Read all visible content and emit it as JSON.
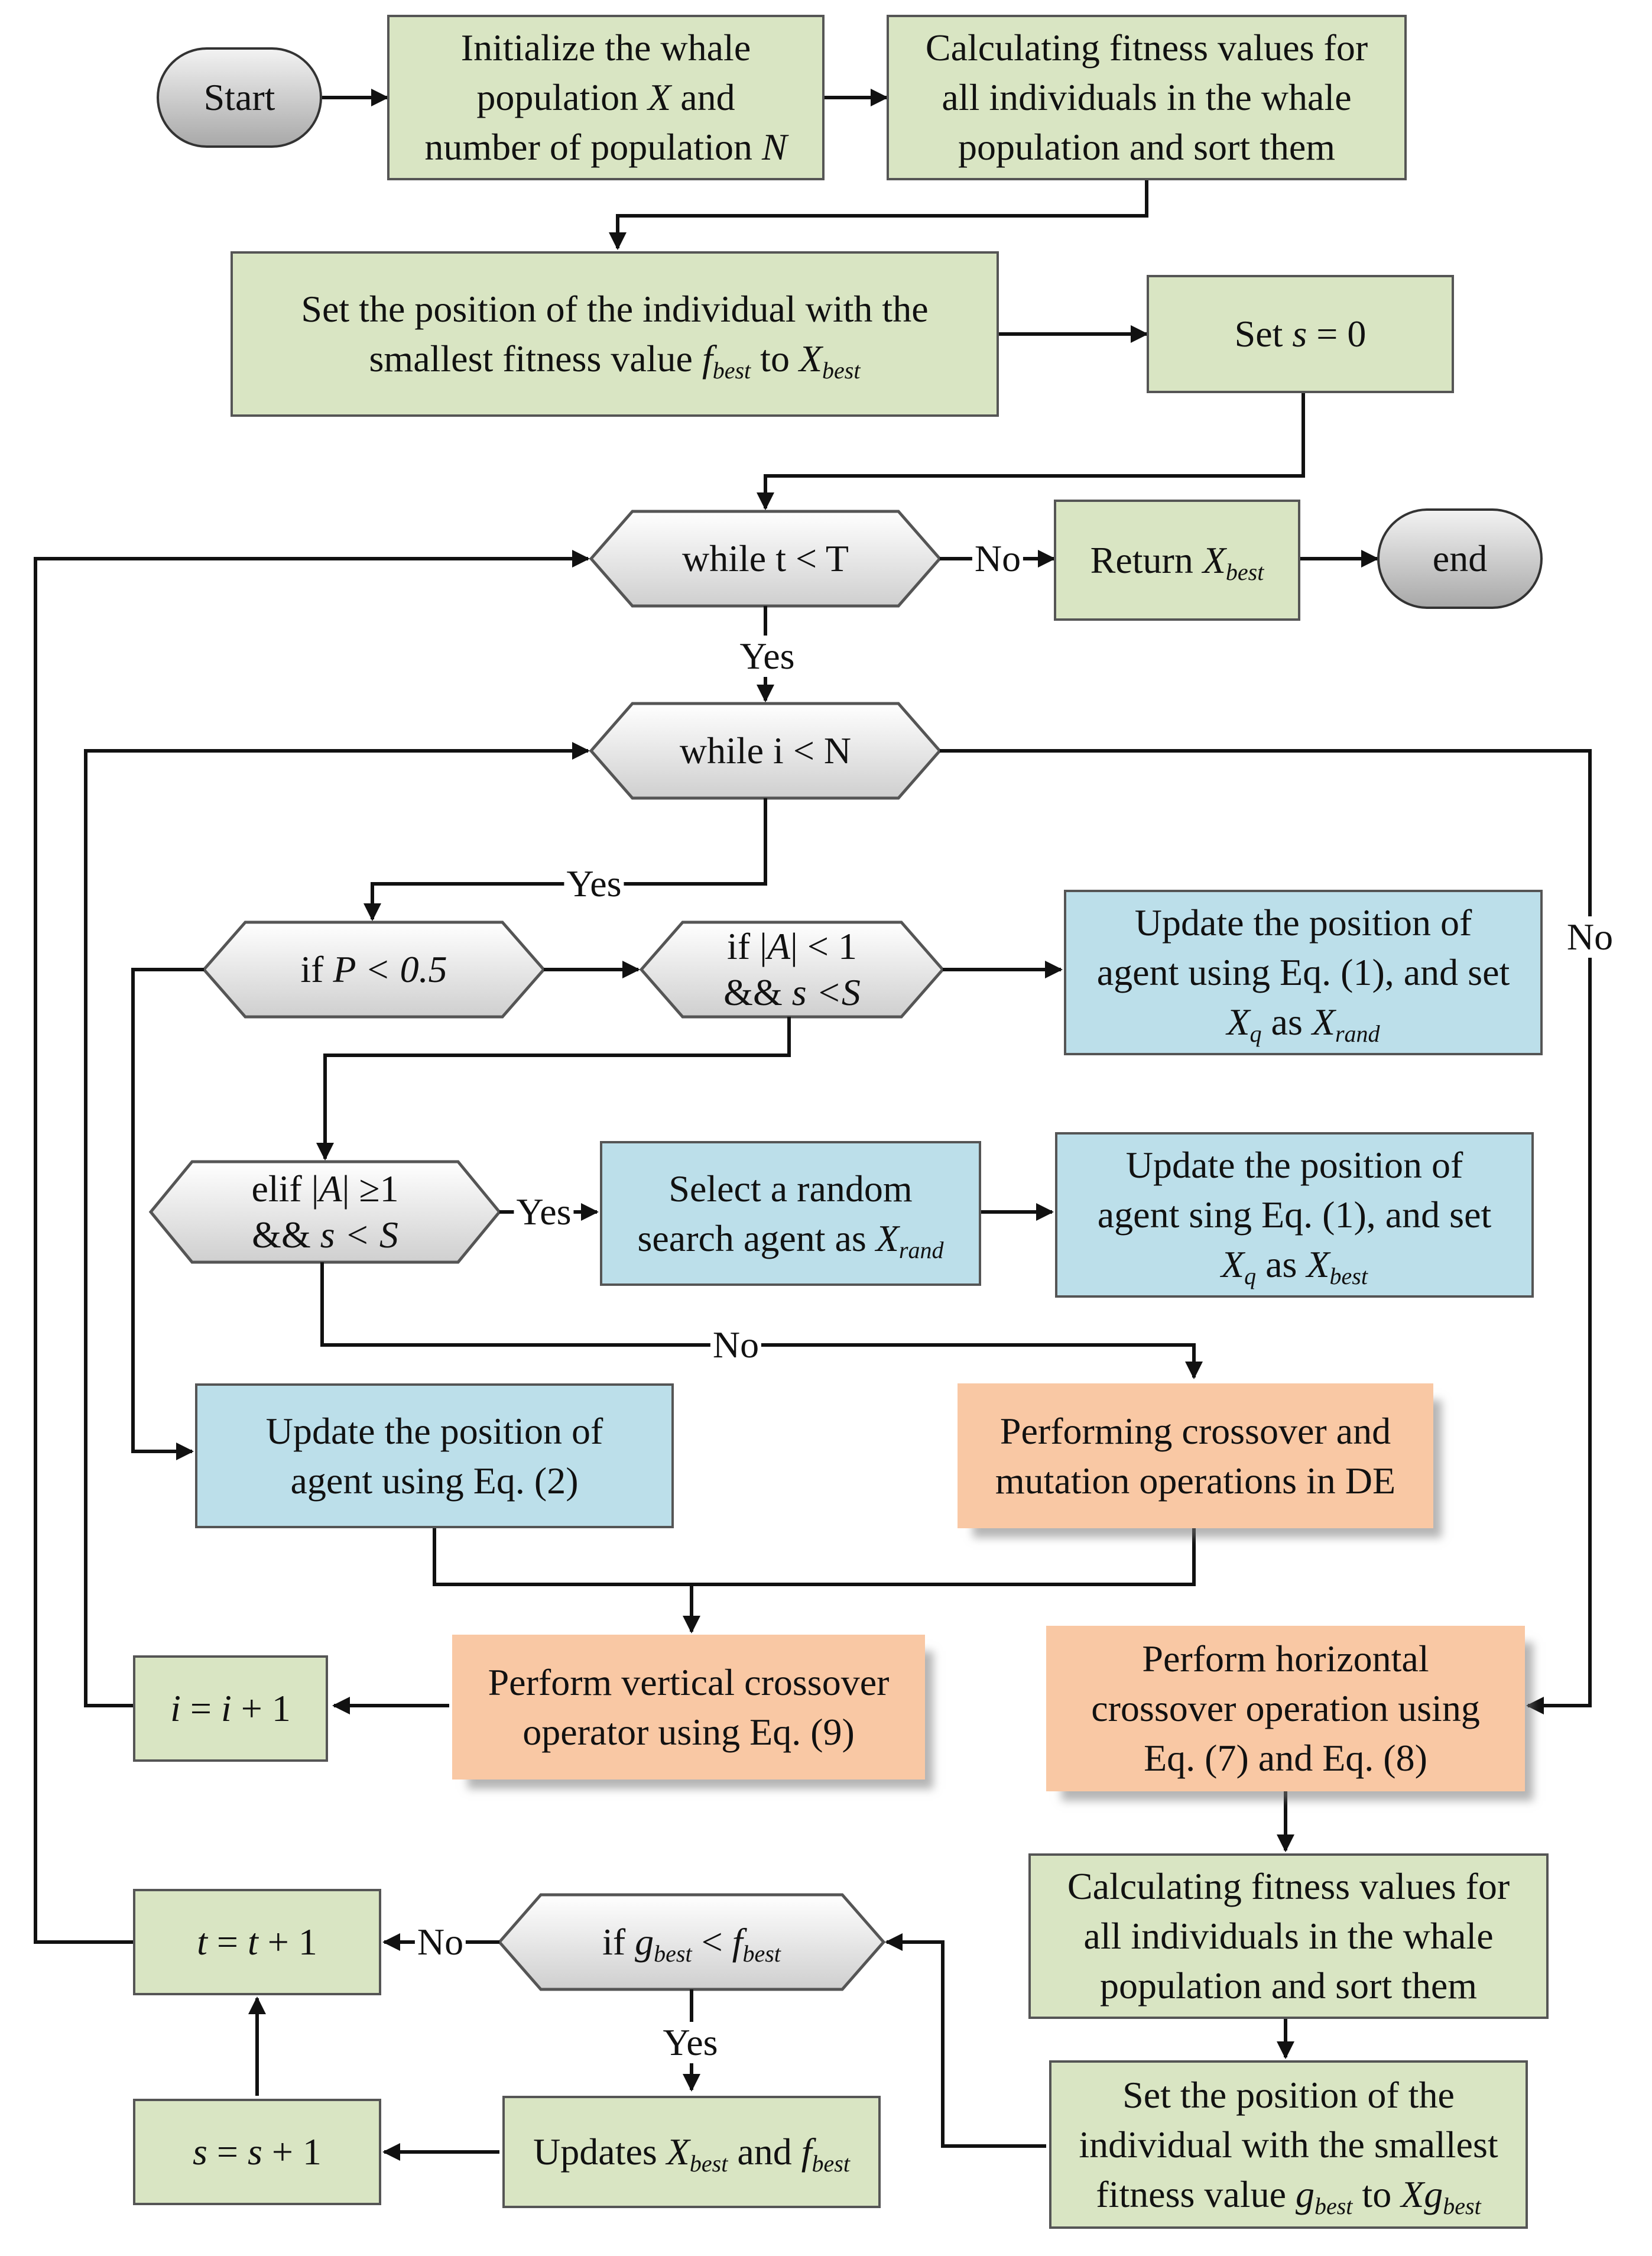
{
  "nodes": {
    "start": "Start",
    "init": {
      "l1": "Initialize the whale",
      "l2a": "population ",
      "l2x": "X",
      "l2b": " and",
      "l3a": "number of population ",
      "l3n": "N"
    },
    "calc1": {
      "l1": "Calculating fitness values for",
      "l2": "all individuals in the whale",
      "l3": "population and sort them"
    },
    "setpos1": {
      "l1": "Set the position of the individual with the",
      "l2a": "smallest fitness value ",
      "l2f": "f",
      "l2fs": "best",
      "l2b": " to ",
      "l2x": "X",
      "l2xs": "best"
    },
    "set_s0": {
      "a": "Set ",
      "s": "s",
      "b": " = 0"
    },
    "while_t": "while t < T",
    "return": {
      "a": "Return ",
      "x": "X",
      "xs": "best"
    },
    "end": "end",
    "while_i": "while i < N",
    "if_p": {
      "a": "if   ",
      "b": "P < 0.5"
    },
    "if_a": {
      "l1a": "if |",
      "l1b": "A",
      "l1c": "| < 1",
      "l2a": "&& ",
      "l2b": "s <S"
    },
    "upd1": {
      "l1": "Update the position of",
      "l2": "agent using Eq. (1), and set",
      "l3x": "X",
      "l3xs": "q",
      "l3b": " as ",
      "l3y": "X",
      "l3ys": "rand"
    },
    "elif": {
      "l1a": "elif |",
      "l1b": "A",
      "l1c": "| ≥1",
      "l2a": "&& ",
      "l2b": "s < S"
    },
    "select": {
      "l1": "Select a random",
      "l2a": "search agent as ",
      "l2x": "X",
      "l2xs": "rand"
    },
    "upd_best": {
      "l1": "Update the position of",
      "l2": "agent sing Eq. (1), and set",
      "l3x": "X",
      "l3xs": "q",
      "l3b": " as ",
      "l3y": "X",
      "l3ys": "best"
    },
    "upd2": {
      "l1": "Update the position of",
      "l2": "agent using Eq. (2)"
    },
    "de": {
      "l1": "Performing crossover and",
      "l2": "mutation operations in DE"
    },
    "i_inc": {
      "a": "i",
      "b": " = ",
      "c": "i",
      "d": " + 1"
    },
    "vert": {
      "l1": "Perform vertical crossover",
      "l2": "operator using Eq. (9)"
    },
    "horiz": {
      "l1": "Perform horizontal",
      "l2": "crossover operation using",
      "l3": "Eq. (7) and Eq. (8)"
    },
    "calc2": {
      "l1": "Calculating fitness values for",
      "l2": "all individuals in the whale",
      "l3": "population and sort them"
    },
    "setpos2": {
      "l1": "Set the position of the",
      "l2": "individual with the smallest",
      "l3a": "fitness value ",
      "l3g": "g",
      "l3gs": "best",
      "l3b": " to ",
      "l3x": "Xg",
      "l3xs": "best"
    },
    "t_inc": {
      "a": "t",
      "b": " = ",
      "c": "t",
      "d": " + 1"
    },
    "if_g": {
      "a": "if   ",
      "g": "g",
      "gs": "best",
      "b": " < ",
      "f": "f",
      "fs": "best"
    },
    "updates": {
      "a": "Updates ",
      "x": "X",
      "xs": "best",
      "b": " and ",
      "f": "f",
      "fs": "best"
    },
    "s_inc": {
      "a": "s",
      "b": " = ",
      "c": "s",
      "d": " + 1"
    }
  },
  "labels": {
    "yes_t": "Yes",
    "no_t": "No",
    "yes_i": "Yes",
    "no_i": "No",
    "yes_elif": "Yes",
    "no_elif": "No",
    "yes_g": "Yes",
    "no_g": "No"
  },
  "colors": {
    "green": "#d9e5c3",
    "blue": "#bcdfea",
    "orange": "#f9c8a4",
    "line": "#111111",
    "diamond": "#e8e8e8"
  }
}
